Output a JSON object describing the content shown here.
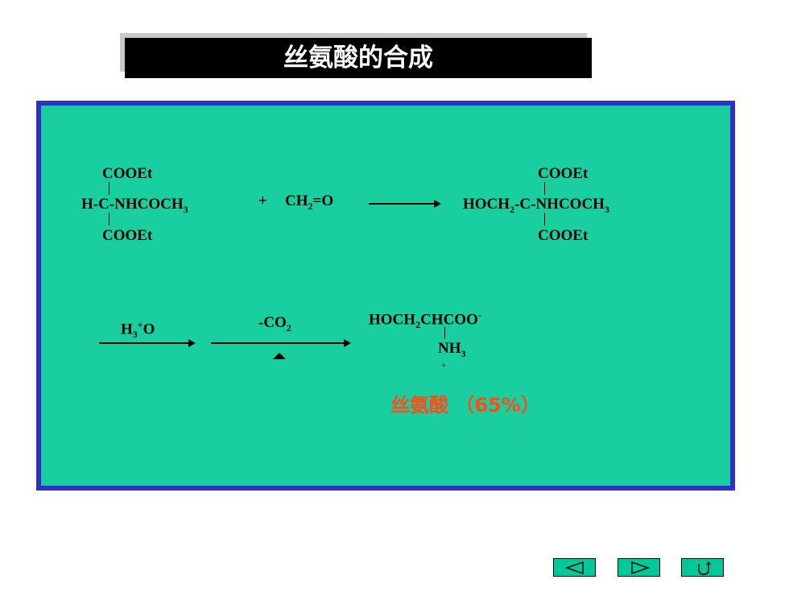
{
  "title": "丝氨酸的合成",
  "reaction1": {
    "reactant": {
      "top": "COOEt",
      "middle_prefix": "H-C-NHCOCH",
      "middle_sub": "3",
      "bottom": "COOEt"
    },
    "plus": "+",
    "reagent_main": "CH",
    "reagent_sub": "2",
    "reagent_suffix": "=O",
    "product": {
      "top": "COOEt",
      "middle_a": "HOCH",
      "middle_a_sub": "2",
      "middle_b": "-C-NHCOCH",
      "middle_b_sub": "3",
      "bottom": "COOEt"
    }
  },
  "reaction2": {
    "step1_main": "H",
    "step1_sub": "3",
    "step1_sup": "+",
    "step1_suffix": "O",
    "step2_main": "-CO",
    "step2_sub": "2",
    "product_a": "HOCH",
    "product_a_sub": "2",
    "product_b": "CHCOO",
    "product_b_sup": "-",
    "amine": "NH",
    "amine_sub": "3",
    "amine_charge": "+",
    "product_name": "丝氨酸 （65%）"
  },
  "nav": {
    "prev_icon": "triangle-left-icon",
    "next_icon": "triangle-right-icon",
    "return_icon": "u-turn-icon"
  },
  "colors": {
    "panel": "#1acf9f",
    "border": "#3030c8",
    "product_text": "#ff4a1a",
    "nav_button": "#00c898"
  }
}
